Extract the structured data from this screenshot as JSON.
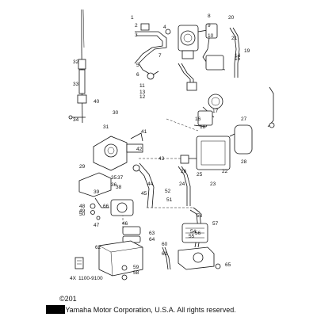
{
  "diagram": {
    "part_numbers": [
      "1",
      "2",
      "3",
      "4",
      "5",
      "6",
      "7",
      "8",
      "9",
      "10",
      "11",
      "12",
      "13",
      "14",
      "15",
      "16",
      "17",
      "18",
      "19",
      "20",
      "21",
      "22",
      "23",
      "24",
      "25",
      "26",
      "27",
      "28",
      "29",
      "30",
      "31",
      "32",
      "33",
      "34",
      "35",
      "36",
      "37",
      "38",
      "39",
      "40",
      "41",
      "42",
      "43",
      "44",
      "45",
      "46",
      "47",
      "48",
      "49",
      "50",
      "51",
      "52",
      "53",
      "54",
      "55",
      "56",
      "57",
      "58",
      "59",
      "60",
      "61",
      "62",
      "63",
      "64",
      "65",
      "66"
    ],
    "stamp_text": "1100-9100",
    "stamp_prefix": "4X"
  },
  "footer": {
    "year_text": "©201",
    "copyright_text": "3 Yamaha Motor Corporation, U.S.A. All rights reserved."
  }
}
